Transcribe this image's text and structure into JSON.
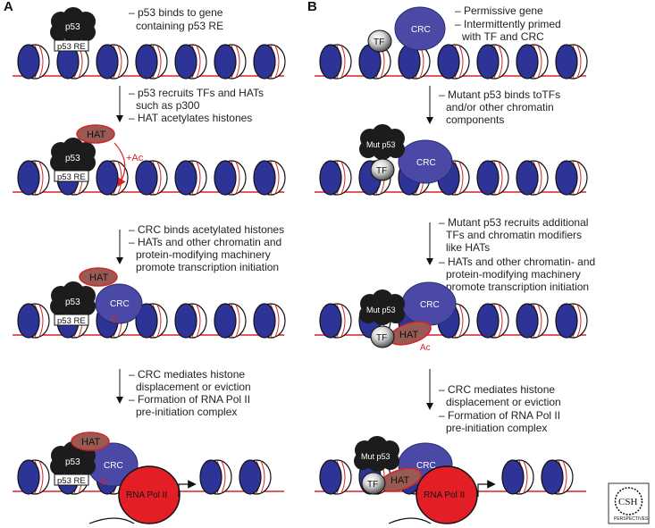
{
  "panels": {
    "a": {
      "label": "A",
      "step1": [
        "– p53 binds to gene",
        "containing p53 RE"
      ],
      "step2": [
        "– p53 recruits TFs and HATs",
        "such as p300",
        "– HAT acetylates histones"
      ],
      "step3": [
        "– CRC binds acetylated histones",
        "– HATs and other chromatin and",
        "protein-modifying machinery",
        "promote transcription initiation"
      ],
      "step4": [
        "– CRC mediates histone",
        "displacement or eviction",
        "– Formation of RNA Pol II",
        "pre-initiation complex"
      ]
    },
    "b": {
      "label": "B",
      "step1": [
        "– Permissive gene",
        "– Intermittently primed",
        "with TF and CRC"
      ],
      "step2": [
        "– Mutant p53 binds toTFs",
        "and/or other chromatin",
        "components"
      ],
      "step3": [
        "– Mutant p53 recruits additional",
        "TFs and chromatin modifiers",
        "like HATs",
        "– HATs and other chromatin- and",
        "protein-modifying machinery",
        "promote transcription initiation"
      ],
      "step4": [
        "– CRC mediates histone",
        "displacement or eviction",
        "– Formation of RNA Pol II",
        "pre-initiation complex"
      ]
    }
  },
  "labels": {
    "p53": "p53",
    "mut_p53": "Mut p53",
    "p53_re": "p53 RE",
    "hat": "HAT",
    "crc": "CRC",
    "tf": "TF",
    "rna_pol": "RNA Pol II",
    "ac": "+Ac",
    "ac_short": "Ac"
  },
  "logo": {
    "top": "CSH",
    "bottom": "PERSPECTIVES"
  },
  "colors": {
    "nucleosome_face": "#2d3397",
    "dna": "#d6232a",
    "crc_fill": "#4a4aa6",
    "hat_fill": "#9a5a54",
    "rna_pol_fill": "#e41e26",
    "p53_fill": "#1c1c1c"
  }
}
